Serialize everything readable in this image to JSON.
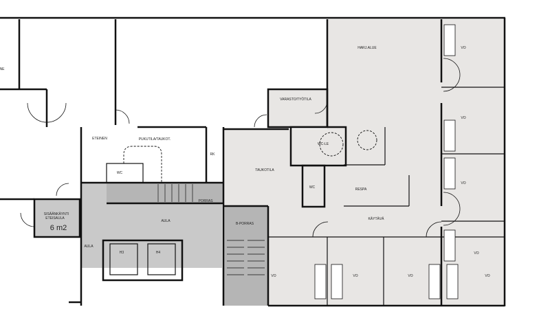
{
  "plan": {
    "colors": {
      "corridor": "#e8e6e4",
      "lobby": "#c9c9c9",
      "stair": "#b5b5b5",
      "wall": "#111111"
    },
    "rooms": {
      "ne": "NE",
      "eteinen": "ETEINEN",
      "pukutila": "PUKUTILA/TAUKOT.",
      "wc1": "WC",
      "rk": "RK",
      "porras": "PORRAS",
      "aula": "AULA",
      "sisaankaynti1": "SISÄÄNKÄYNTI",
      "sisaankaynti2": "ETEISAULA",
      "area": "6 m2",
      "aula2": "AULA",
      "h3": "H3",
      "h4": "H4",
      "bporras": "B-PORRAS",
      "varasto": "VARASTO/TYÖTILA",
      "taukotila": "TAUKOTILA",
      "wcle": "WC-LE",
      "wc2": "WC",
      "respa": "RESPA",
      "kaytava": "KÄYTÄVÄ",
      "harjalue": "HARJ.ALUE",
      "vo": [
        "VO",
        "VO",
        "VO",
        "VO",
        "VO",
        "VO",
        "VO",
        "VO"
      ]
    }
  }
}
